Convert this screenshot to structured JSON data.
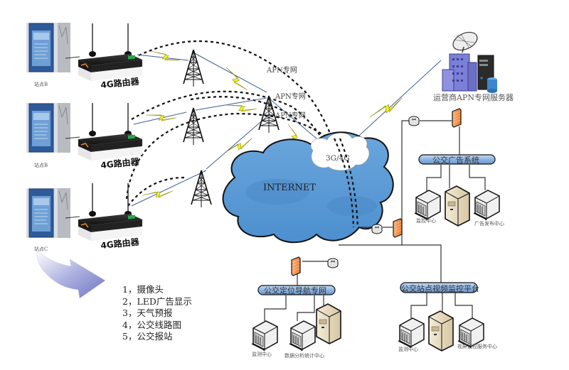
{
  "stations": [
    {
      "label": "站点B"
    },
    {
      "label": "站点B"
    },
    {
      "label": "站点C"
    }
  ],
  "routers": [
    {
      "label": "4G路由器"
    },
    {
      "label": "4G路由器"
    },
    {
      "label": "4G路由器"
    }
  ],
  "apn_labels": [
    "APN专网",
    "APN专网",
    "APN专网"
  ],
  "clouds": {
    "internet": "INTERNET",
    "mobile": "3G/4G"
  },
  "apn_server": {
    "label": "运营商APN专网服务器"
  },
  "systems": {
    "advertising": {
      "title": "公交广告系统",
      "nodes": [
        "监控中心",
        "广告发布中心"
      ]
    },
    "positioning": {
      "title": "公交定位导航专网",
      "nodes": [
        "监测中心",
        "数据分析统计中心"
      ]
    },
    "video": {
      "title": "公交站点视频监控平台",
      "nodes": [
        "监测中心",
        "视屏监控服务中心"
      ]
    }
  },
  "legend": [
    "1，摄像头",
    "2，LED广告显示",
    "3，天气预报",
    "4，公交线路图",
    "5，公交报站"
  ],
  "colors": {
    "cloud_blue": "#5b9bd5",
    "cloud_dark": "#3a78b8",
    "lightning_yellow": "#f2f21a",
    "firewall_orange": "#f28a3c",
    "bus_blue": "#8db4e2",
    "building_purple": "#7b7fd6",
    "arrow_purple": "#8a8fcf",
    "server_beige": "#e8dcc0"
  }
}
